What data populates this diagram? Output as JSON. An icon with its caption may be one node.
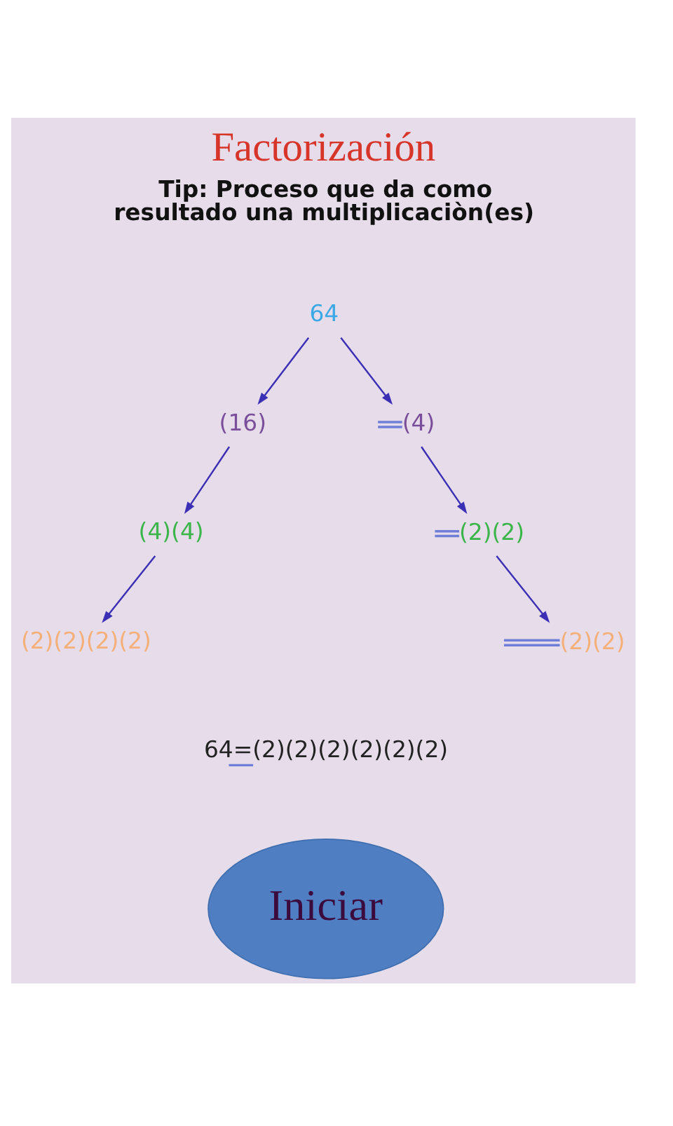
{
  "diagram": {
    "title": "Factorización",
    "nodes": [
      {
        "text": [
          "64"
        ]
      },
      {
        "text": [
          "(16)"
        ]
      },
      {
        "text": [
          "(4)"
        ]
      },
      {
        "text": [
          "(4)(4)"
        ]
      },
      {
        "text": [
          "(2)(2)"
        ]
      },
      {
        "text": [
          "(2)(2)(2)(2)"
        ]
      },
      {
        "text": [
          "(2)(2)"
        ]
      },
      {
        "text": [
          "Iniciar"
        ]
      }
    ],
    "edges": [
      {
        "from": 0,
        "to": 1,
        "arrow": "to"
      },
      {
        "from": 0,
        "to": 2,
        "arrow": "to"
      },
      {
        "from": 1,
        "to": 3,
        "arrow": "to"
      },
      {
        "from": 2,
        "to": 4,
        "arrow": "to"
      },
      {
        "from": 3,
        "to": 5,
        "arrow": "to"
      },
      {
        "from": 4,
        "to": 6,
        "arrow": "to"
      }
    ],
    "labels": [
      "Tip: Proceso que da como resultado una multiplicaciòn(es)",
      "64=(2)(2)(2)(2)(2)(2)"
    ]
  }
}
